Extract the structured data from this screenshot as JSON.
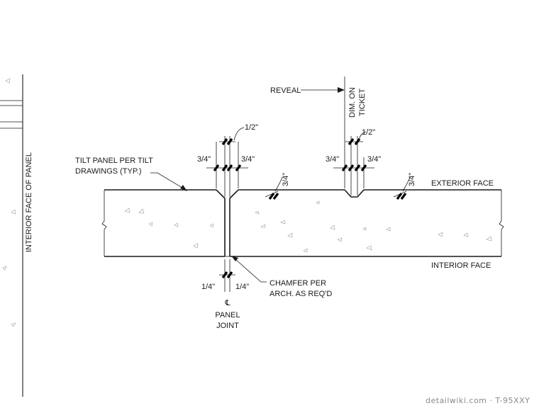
{
  "labels": {
    "interior_face_of_panel": "INTERIOR FACE OF PANEL",
    "reveal": "REVEAL",
    "dim_on": "DIM. ON",
    "ticket": "TICKET",
    "half_left": "1/2\"",
    "half_right": "1/2\"",
    "tilt_panel_line1": "TILT PANEL PER TILT",
    "tilt_panel_line2": "DRAWINGS (TYP.)",
    "three_quarter_a": "3/4\"",
    "three_quarter_b": "3/4\"",
    "three_quarter_c": "3/4\"",
    "three_quarter_d": "3/4\"",
    "three_quarter_e": "3/4\"",
    "three_quarter_f": "3/4\"",
    "exterior_face": "EXTERIOR FACE",
    "interior_face": "INTERIOR FACE",
    "quarter_left": "1/4\"",
    "quarter_right": "1/4\"",
    "chamfer_line1": "CHAMFER PER",
    "chamfer_line2": "ARCH. AS REQ'D",
    "centerline_symbol": "℄",
    "panel": "PANEL",
    "joint": "JOINT",
    "watermark": "detailwiki.com · T-95XXY"
  }
}
